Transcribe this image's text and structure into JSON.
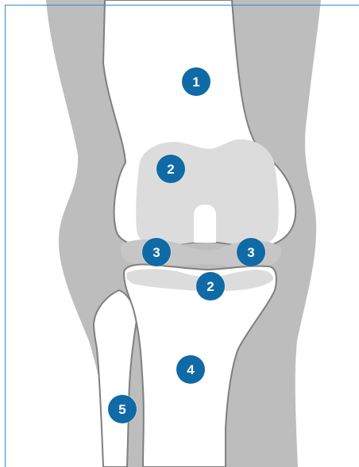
{
  "colors": {
    "background": "#ffffff",
    "soft_tissue": "#bdbdbd",
    "bone": "#ffffff",
    "bone_outline": "#7f7f7f",
    "cartilage": "#dcdcdc",
    "meniscus": "#c6c6c6",
    "marker_fill": "#0f6aa6",
    "marker_text": "#ffffff",
    "frame_line": "#2f8fd1"
  },
  "markers": [
    {
      "id": "femur",
      "label": "1"
    },
    {
      "id": "cartilage-upper",
      "label": "2"
    },
    {
      "id": "meniscus-left",
      "label": "3"
    },
    {
      "id": "meniscus-right",
      "label": "3"
    },
    {
      "id": "cartilage-lower",
      "label": "2"
    },
    {
      "id": "tibia",
      "label": "4"
    },
    {
      "id": "fibula",
      "label": "5"
    }
  ]
}
